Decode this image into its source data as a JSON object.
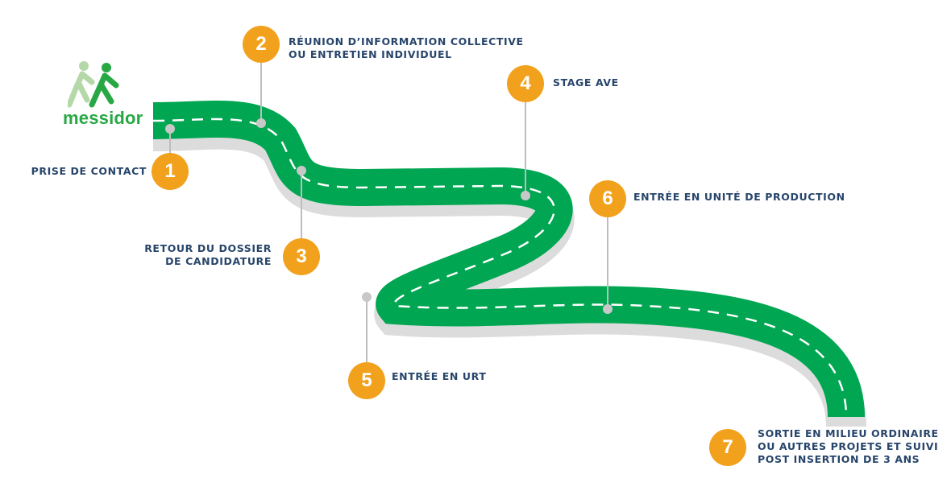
{
  "brand": {
    "name": "messidor",
    "color": "#27a844"
  },
  "colors": {
    "road": "#00a651",
    "road_side": "#dcdcdc",
    "dashes": "#ffffff",
    "step": "#f2a11c",
    "text": "#27456b"
  },
  "steps": [
    {
      "number": "1",
      "lines": [
        "PRISE DE CONTACT"
      ]
    },
    {
      "number": "2",
      "lines": [
        "RÉUNION D’INFORMATION COLLECTIVE",
        "OU ENTRETIEN INDIVIDUEL"
      ]
    },
    {
      "number": "3",
      "lines": [
        "RETOUR DU DOSSIER",
        "DE CANDIDATURE"
      ]
    },
    {
      "number": "4",
      "lines": [
        "STAGE AVE"
      ]
    },
    {
      "number": "5",
      "lines": [
        "ENTRÉE EN URT"
      ]
    },
    {
      "number": "6",
      "lines": [
        "ENTRÉE EN UNITÉ DE PRODUCTION"
      ]
    },
    {
      "number": "7",
      "lines": [
        "SORTIE EN MILIEU ORDINAIRE",
        "OU AUTRES PROJETS ET SUIVI",
        "POST INSERTION DE 3 ANS"
      ]
    }
  ]
}
